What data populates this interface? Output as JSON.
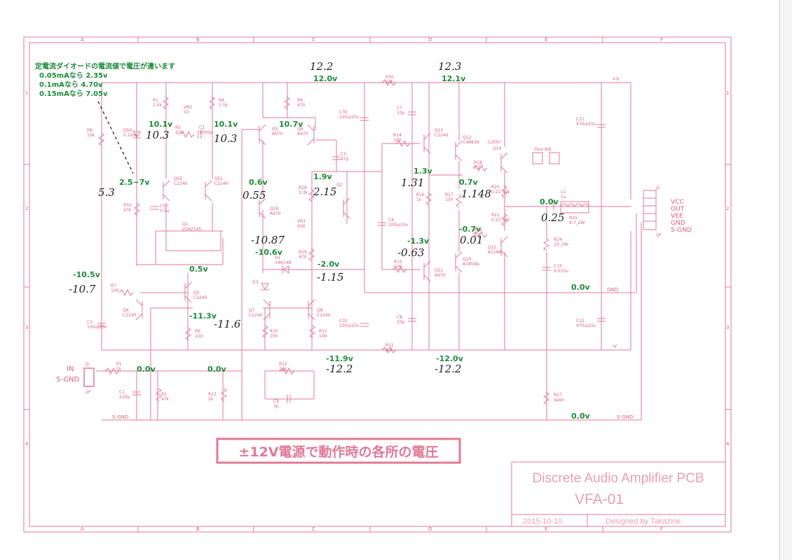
{
  "note": {
    "line1": "定電流ダイオードの電流値で電圧が違います",
    "line2": "0.05mAなら  2.35v",
    "line3": "0.1mAなら  4.70v",
    "line4": "0.15mAなら 7.05v"
  },
  "banner": "±12V電源で動作時の各所の電圧",
  "title_block": {
    "title": "Discrete Audio Amplifier PCB",
    "model": "VFA-01",
    "date": "2015-10-10",
    "designer": "Designed by Takazine"
  },
  "grid_cols": [
    "A",
    "B",
    "C",
    "D",
    "E",
    "F"
  ],
  "grid_rows": [
    "1",
    "2",
    "3",
    "4"
  ],
  "io": {
    "in_label": "IN",
    "sgnd_label": "S-GND",
    "in_conn": "J1",
    "in_pins": "2P",
    "out_conn": "J2",
    "out_pins": "5P",
    "out_labels": [
      "VCC",
      "OUT",
      "VEE",
      "GND",
      "S-GND"
    ],
    "dual_adj": "Dua Adj",
    "rail_pos": "+V",
    "rail_neg": "-V",
    "gnd": "GND",
    "sgnd_bus": "S-GND"
  },
  "voltages": [
    {
      "id": "top-left",
      "printed": "12.0v",
      "hand": "12.2"
    },
    {
      "id": "top-right",
      "printed": "12.1v",
      "hand": "12.3"
    },
    {
      "id": "r3-node",
      "printed": "10.1v",
      "hand": "10.3"
    },
    {
      "id": "r4-node",
      "printed": "10.1v",
      "hand": "10.3"
    },
    {
      "id": "q5-node",
      "printed": "10.7v",
      "hand": ""
    },
    {
      "id": "ccd-node",
      "printed": "2.5~7v",
      "hand": "5.3"
    },
    {
      "id": "q18-node",
      "printed": "0.6v",
      "hand": "0.55"
    },
    {
      "id": "vr1-node",
      "printed": "1.9v",
      "hand": "2.15"
    },
    {
      "id": "q10-node",
      "printed": "1.3v",
      "hand": "1.31"
    },
    {
      "id": "q14-node",
      "printed": "0.7v",
      "hand": "1.148"
    },
    {
      "id": "out-node",
      "printed": "0.0v",
      "hand": "0.25"
    },
    {
      "id": "q18-neg-node",
      "printed": "-10.6v",
      "hand": "-10.87"
    },
    {
      "id": "r29-node",
      "printed": "-2.0v",
      "hand": "-1.15"
    },
    {
      "id": "q11-node",
      "printed": "-1.3v",
      "hand": "-0.63"
    },
    {
      "id": "q15-node",
      "printed": "-0.7v",
      "hand": "0.01"
    },
    {
      "id": "q1-node",
      "printed": "0.5v",
      "hand": ""
    },
    {
      "id": "r7-node",
      "printed": "-10.5v",
      "hand": "-10.7"
    },
    {
      "id": "q3-node",
      "printed": "-11.3v",
      "hand": "-11.6"
    },
    {
      "id": "gnd-node",
      "printed": "0.0v",
      "hand": ""
    },
    {
      "id": "neg-left",
      "printed": "-11.9v",
      "hand": "-12.2"
    },
    {
      "id": "neg-right",
      "printed": "-12.0v",
      "hand": "-12.2"
    },
    {
      "id": "p1-node",
      "printed": "0.0v",
      "hand": ""
    },
    {
      "id": "r13-node",
      "printed": "0.0v",
      "hand": ""
    },
    {
      "id": "r27-node",
      "printed": "0.0v",
      "hand": ""
    }
  ],
  "components": [
    {
      "id": "R1",
      "value": "1.5k"
    },
    {
      "id": "R4",
      "value": "1.5k"
    },
    {
      "id": "VR2",
      "value": "50"
    },
    {
      "id": "R5",
      "value": "220"
    },
    {
      "id": "C1",
      "value": "1000p"
    },
    {
      "id": "R9",
      "value": "470"
    },
    {
      "id": "R8",
      "value": "10k"
    },
    {
      "id": "D50",
      "value": "0.1mA"
    },
    {
      "id": "Q50",
      "value": "C2240"
    },
    {
      "id": "Q51",
      "value": "C2240"
    },
    {
      "id": "R50",
      "value": "47k"
    },
    {
      "id": "C50",
      "value": "0.1u"
    },
    {
      "id": "Q1",
      "value": "2SA2145"
    },
    {
      "id": "Q5",
      "value": "A970"
    },
    {
      "id": "Q9",
      "value": "A970"
    },
    {
      "id": "C5",
      "value": "47p"
    },
    {
      "id": "C30",
      "value": "220u/25v"
    },
    {
      "id": "R30",
      "value": "4.2"
    },
    {
      "id": "C7",
      "value": "33p"
    },
    {
      "id": "Q10",
      "value": "C2240"
    },
    {
      "id": "R14",
      "value": "100"
    },
    {
      "id": "Q12",
      "value": "C4883A"
    },
    {
      "id": "C2097",
      "value": ""
    },
    {
      "id": "Q14",
      "value": ""
    },
    {
      "id": "C11",
      "value": "470u/25v"
    },
    {
      "id": "R18",
      "value": "2.2"
    },
    {
      "id": "R20",
      "value": "0.22_2W"
    },
    {
      "id": "R21",
      "value": "0.22_2W"
    },
    {
      "id": "L1",
      "value": "1u"
    },
    {
      "id": "R25",
      "value": "4.7_2W"
    },
    {
      "id": "R24",
      "value": "10_2W"
    },
    {
      "id": "C13",
      "value": "0.033u"
    },
    {
      "id": "Q18",
      "value": "A970"
    },
    {
      "id": "R28",
      "value": "3.3k"
    },
    {
      "id": "Q2",
      "value": ""
    },
    {
      "id": "VR1",
      "value": "500"
    },
    {
      "id": "C6",
      "value": "100u/25v"
    },
    {
      "id": "R16",
      "value": "1k"
    },
    {
      "id": "R17",
      "value": "100"
    },
    {
      "id": "R19",
      "value": "2.2"
    },
    {
      "id": "R29",
      "value": "470"
    },
    {
      "id": "D1",
      "value": "1N4148"
    },
    {
      "id": "R15",
      "value": "100"
    },
    {
      "id": "Q11",
      "value": "A970"
    },
    {
      "id": "Q13",
      "value": "A1859A"
    },
    {
      "id": "Q15",
      "value": "A1186"
    },
    {
      "id": "D3",
      "value": ""
    },
    {
      "id": "R7",
      "value": "100"
    },
    {
      "id": "Q3",
      "value": "C2240"
    },
    {
      "id": "Q4",
      "value": "C2240"
    },
    {
      "id": "R6",
      "value": "220"
    },
    {
      "id": "C3",
      "value": "100u/25v"
    },
    {
      "id": "Q7",
      "value": "C2240"
    },
    {
      "id": "Q8",
      "value": "C2240"
    },
    {
      "id": "R10",
      "value": "100"
    },
    {
      "id": "R11",
      "value": "100"
    },
    {
      "id": "C31",
      "value": "330u/25v"
    },
    {
      "id": "C8",
      "value": "33p"
    },
    {
      "id": "R31",
      "value": "4.2"
    },
    {
      "id": "C12",
      "value": "470u/25v"
    },
    {
      "id": "P1",
      "value": "1k"
    },
    {
      "id": "C1b",
      "value": "220p"
    },
    {
      "id": "R2",
      "value": "47k"
    },
    {
      "id": "R13",
      "value": "1k"
    },
    {
      "id": "R12",
      "value": "22k"
    },
    {
      "id": "C9",
      "value": "3p"
    },
    {
      "id": "R27",
      "value": "open"
    }
  ]
}
